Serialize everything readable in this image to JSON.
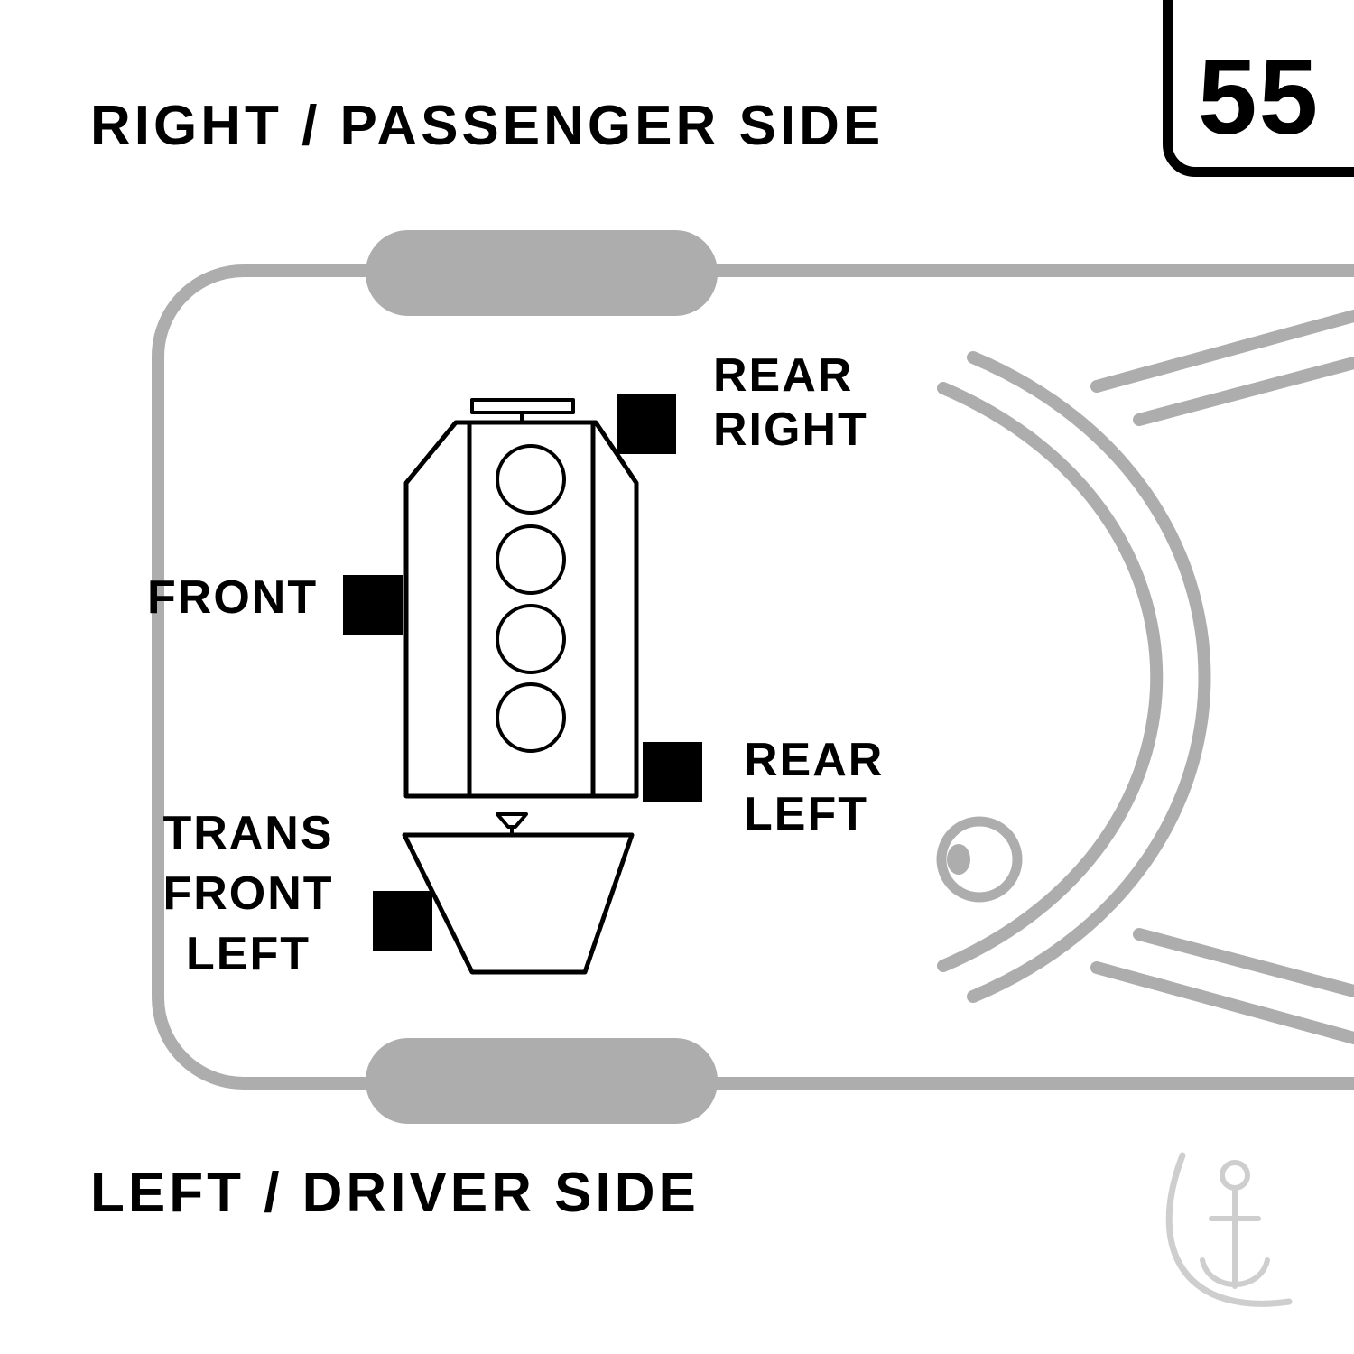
{
  "page": {
    "top_side_label": "RIGHT / PASSENGER SIDE",
    "bottom_side_label": "LEFT / DRIVER SIDE",
    "page_number": "55"
  },
  "mount_labels": {
    "rear_right": [
      "REAR",
      "RIGHT"
    ],
    "front": [
      "FRONT"
    ],
    "rear_left": [
      "REAR",
      "LEFT"
    ],
    "trans_front_left": [
      "TRANS",
      "FRONT",
      "LEFT"
    ]
  },
  "colors": {
    "car_outline_gray": "#adadad",
    "mount_marker_black": "#000000",
    "engine_line_black": "#000000",
    "watermark_gray": "#c6c6c6"
  }
}
